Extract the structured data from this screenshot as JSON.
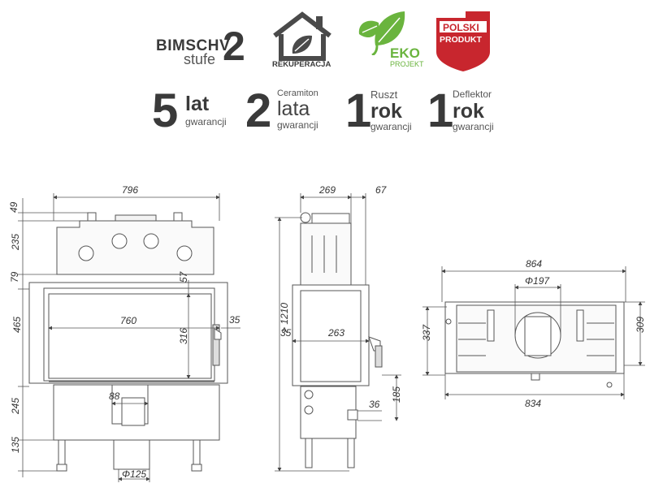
{
  "badges": {
    "bimschv": {
      "line1": "BIMSCHV",
      "line2": "stufe",
      "number": "2"
    },
    "rekuperacja": {
      "label": "REKUPERACJA"
    },
    "eko": {
      "label": "EKO",
      "sub": "PROJEKT"
    },
    "polski": {
      "line1": "POLSKI",
      "line2": "PRODUKT"
    },
    "warranties": [
      {
        "number": "5",
        "word": "lat",
        "caption": "gwarancji",
        "title": ""
      },
      {
        "number": "2",
        "word": "lata",
        "caption": "gwarancji",
        "title": "Ceramiton"
      },
      {
        "number": "1",
        "word": "rok",
        "caption": "gwarancji",
        "title": "Ruszt"
      },
      {
        "number": "1",
        "word": "rok",
        "caption": "gwarancji",
        "title": "Deflektor"
      }
    ]
  },
  "dimensions": {
    "front": {
      "width_top": "796",
      "h1": "49",
      "h2": "235",
      "h3": "79",
      "h4": "465",
      "h5": "245",
      "h6": "135",
      "glass_width": "760",
      "glass_height": "316",
      "top_offset": "57",
      "right_offset": "35",
      "flue": "88",
      "air_inlet": "Φ125"
    },
    "side": {
      "depth": "269",
      "offset": "67",
      "total_height": "> 1210",
      "left_offset": "35",
      "inner": "263",
      "outlet_h": "36",
      "outlet_v": "185"
    },
    "top": {
      "outer_width": "864",
      "inner_width": "834",
      "flue_diameter": "Φ197",
      "depth_outer": "337",
      "depth_inner": "309"
    }
  },
  "colors": {
    "text": "#3a3a3a",
    "line": "#555555",
    "eko_green": "#6ab43e",
    "polski_red": "#c8262e"
  }
}
